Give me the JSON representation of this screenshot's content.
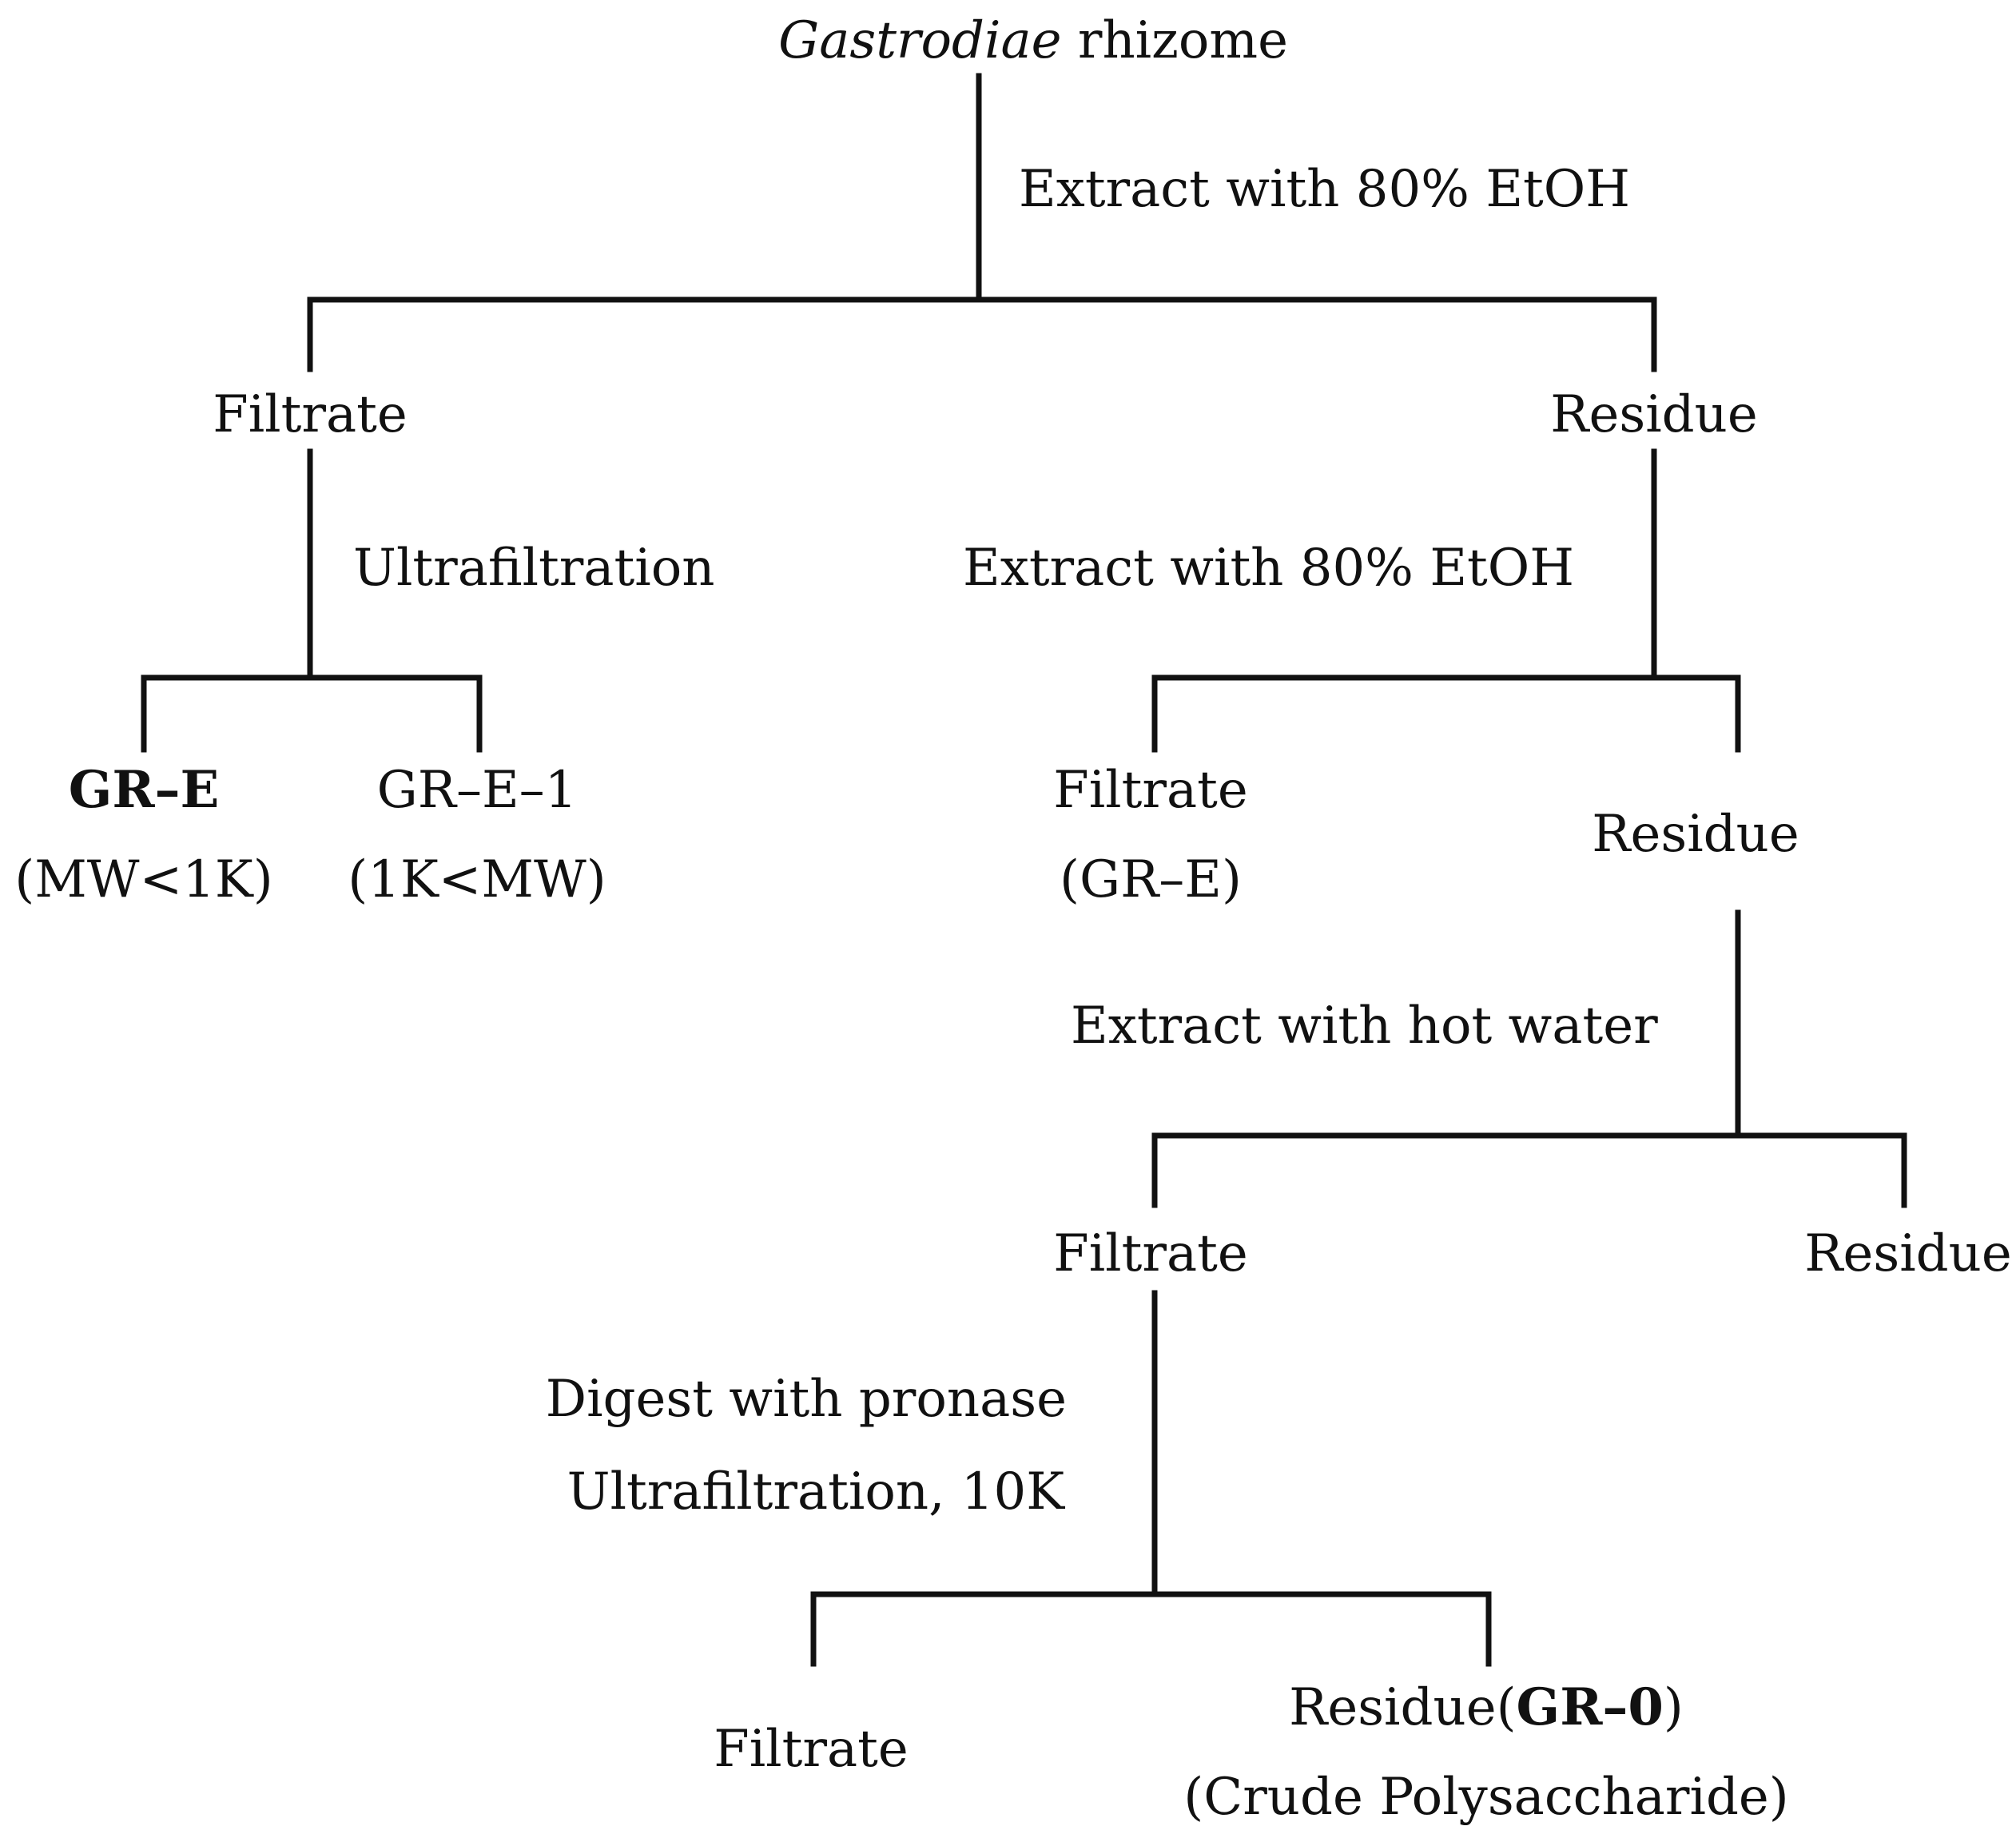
{
  "root": {
    "italic": "Gastrodiae",
    "rest": " rhizome"
  },
  "steps": {
    "s1": "Extract with 80% EtOH",
    "s2": "Ultrafiltration",
    "s3": "Extract with 80% EtOH",
    "s4": "Extract with hot water",
    "s5a": "Digest with pronase",
    "s5b": "Ultrafiltration, 10K"
  },
  "nodes": {
    "filtrate_1": "Filtrate",
    "residue_1": "Residue",
    "gre_bold": "GR–E",
    "gre_mw": "(MW<1K)",
    "gre1": "GR–E–1",
    "gre1_mw": "(1K<MW)",
    "filtrate_2": "Filtrate",
    "filtrate_2_sub": "(GR–E)",
    "residue_2": "Residue",
    "filtrate_3": "Filtrate",
    "residue_3": "Residue",
    "filtrate_4": "Filtrate",
    "residue_4_plain": "Residue(",
    "residue_4_bold": "GR–0",
    "residue_4_close": ")",
    "residue_4_sub": "(Crude Polysaccharide)"
  }
}
